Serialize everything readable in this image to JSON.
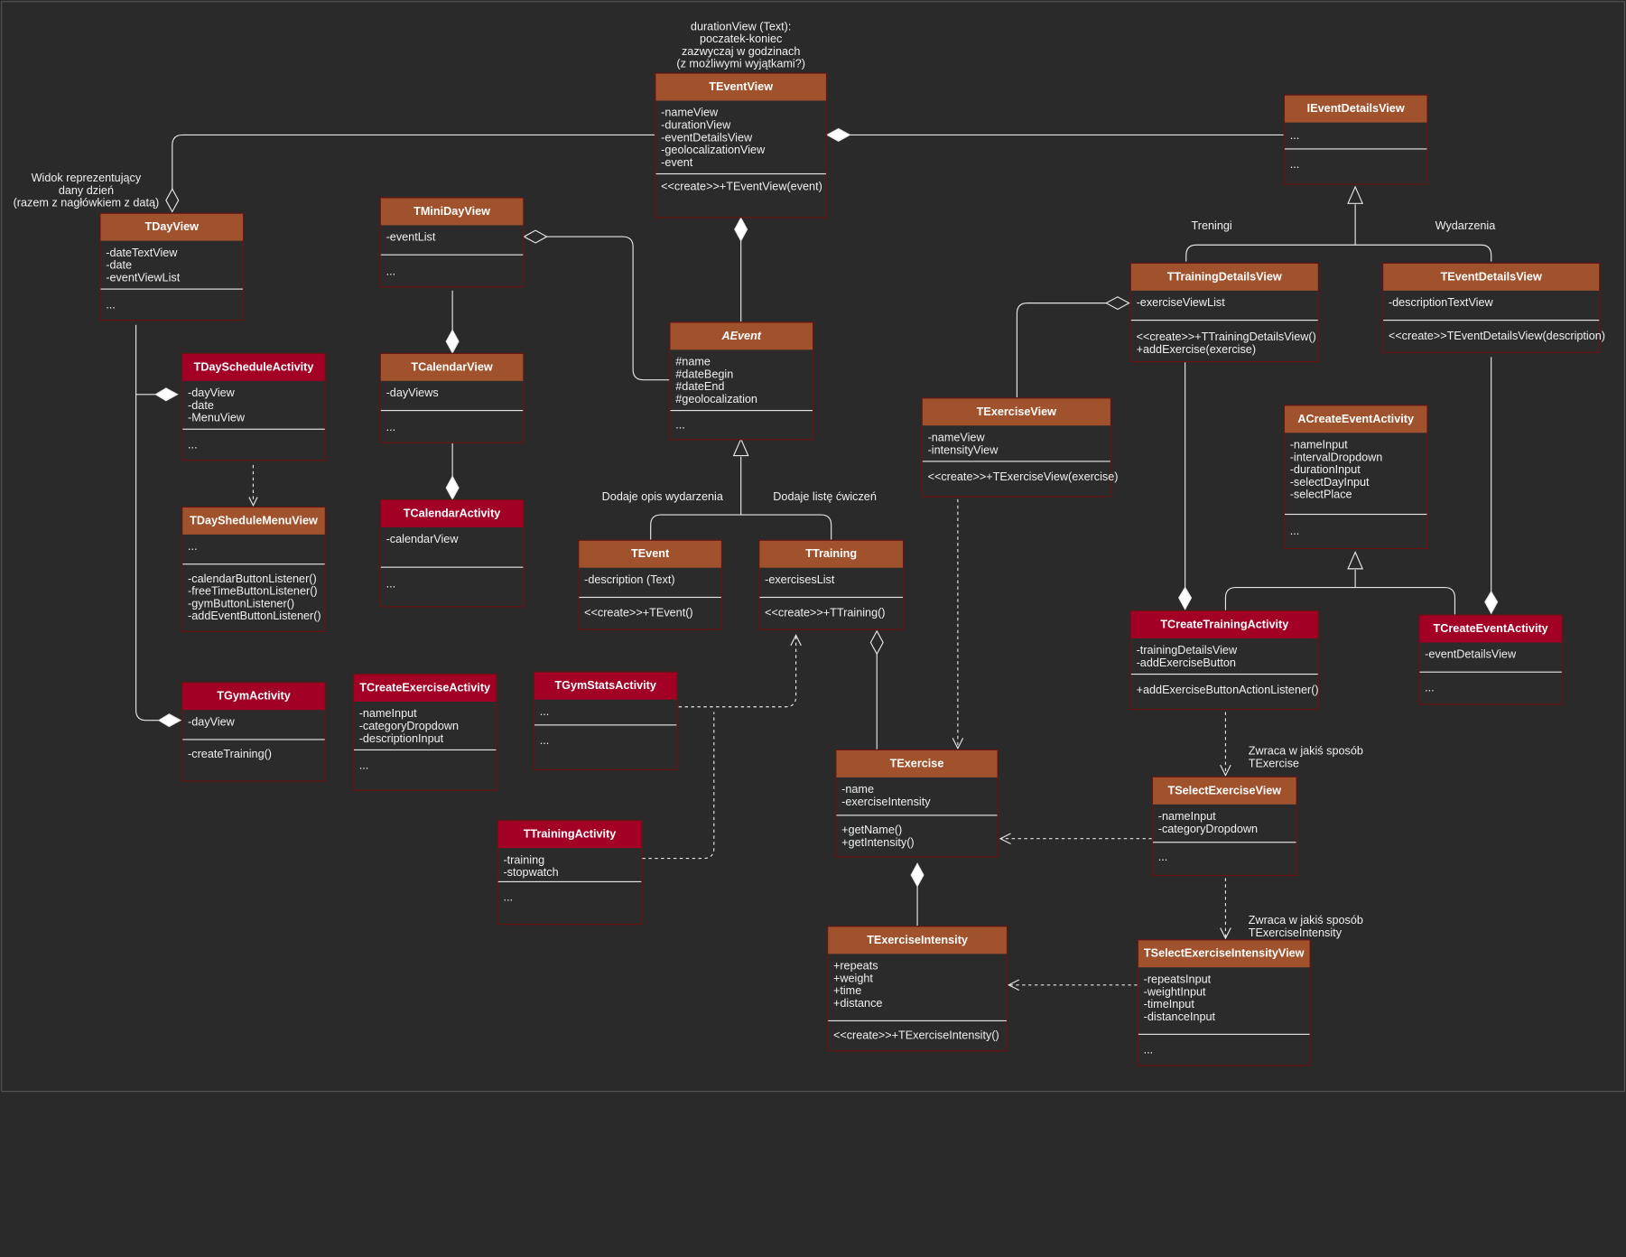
{
  "notes": {
    "duration_view": [
      "durationView (Text):",
      "poczatek-koniec",
      "zazwyczaj w godzinach",
      "(z możliwymi wyjątkami?)"
    ],
    "day_view": [
      "Widok reprezentujący",
      "dany dzień",
      "(razem z nagłówkiem z datą)"
    ],
    "trainings": "Treningi",
    "events": "Wydarzenia",
    "adds_description": "Dodaje opis wydarzenia",
    "adds_exercises": "Dodaje listę ćwiczeń",
    "returns_exercise": [
      "Zwraca w jakiś sposób",
      "TExercise"
    ],
    "returns_intensity": [
      "Zwraca w jakiś sposób",
      "TExerciseIntensity"
    ]
  },
  "classes": {
    "TEventView": {
      "name": "TEventView",
      "attributes": [
        "-nameView",
        "-durationView",
        "-eventDetailsView",
        "-geolocalizationView",
        "-event"
      ],
      "methods": [
        "<<create>>+TEventView(event)"
      ]
    },
    "IEventDetailsView": {
      "name": "IEventDetailsView",
      "attributes": [
        "..."
      ],
      "methods": [
        "..."
      ]
    },
    "TDayView": {
      "name": "TDayView",
      "attributes": [
        "-dateTextView",
        "-date",
        "-eventViewList"
      ],
      "methods": [
        "..."
      ]
    },
    "TMiniDayView": {
      "name": "TMiniDayView",
      "attributes": [
        "-eventList"
      ],
      "methods": [
        "..."
      ]
    },
    "AEvent": {
      "name": "AEvent",
      "attributes": [
        "#name",
        "#dateBegin",
        "#dateEnd",
        "#geolocalization"
      ],
      "methods": [
        "..."
      ]
    },
    "TTrainingDetailsView": {
      "name": "TTrainingDetailsView",
      "attributes": [
        "-exerciseViewList"
      ],
      "methods": [
        "<<create>>+TTrainingDetailsView()",
        "+addExercise(exercise)"
      ]
    },
    "TEventDetailsView": {
      "name": "TEventDetailsView",
      "attributes": [
        "-descriptionTextView"
      ],
      "methods": [
        "<<create>>TEventDetailsView(description)"
      ]
    },
    "TDayScheduleActivity": {
      "name": "TDayScheduleActivity",
      "attributes": [
        "-dayView",
        "-date",
        "-MenuView"
      ],
      "methods": [
        "..."
      ]
    },
    "TCalendarView": {
      "name": "TCalendarView",
      "attributes": [
        "-dayViews"
      ],
      "methods": [
        "..."
      ]
    },
    "TExerciseView": {
      "name": "TExerciseView",
      "attributes": [
        "-nameView",
        "-intensityView"
      ],
      "methods": [
        "<<create>>+TExerciseView(exercise)"
      ]
    },
    "ACreateEventActivity": {
      "name": "ACreateEventActivity",
      "attributes": [
        "-nameInput",
        "-intervalDropdown",
        "-durationInput",
        "-selectDayInput",
        "-selectPlace"
      ],
      "methods": [
        "..."
      ]
    },
    "TDaySheduleMenuView": {
      "name": "TDaySheduleMenuView",
      "attributes": [
        "..."
      ],
      "methods": [
        "-calendarButtonListener()",
        "-freeTimeButtonListener()",
        "-gymButtonListener()",
        "-addEventButtonListener()"
      ]
    },
    "TCalendarActivity": {
      "name": "TCalendarActivity",
      "attributes": [
        "-calendarView"
      ],
      "methods": [
        "..."
      ]
    },
    "TEvent": {
      "name": "TEvent",
      "attributes": [
        "-description (Text)"
      ],
      "methods": [
        "<<create>>+TEvent()"
      ]
    },
    "TTraining": {
      "name": "TTraining",
      "attributes": [
        "-exercisesList"
      ],
      "methods": [
        "<<create>>+TTraining()"
      ]
    },
    "TCreateTrainingActivity": {
      "name": "TCreateTrainingActivity",
      "attributes": [
        "-trainingDetailsView",
        "-addExerciseButton"
      ],
      "methods": [
        "+addExerciseButtonActionListener()"
      ]
    },
    "TCreateEventActivity": {
      "name": "TCreateEventActivity",
      "attributes": [
        "-eventDetailsView"
      ],
      "methods": [
        "..."
      ]
    },
    "TGymStatsActivity": {
      "name": "TGymStatsActivity",
      "attributes": [
        "..."
      ],
      "methods": [
        "..."
      ]
    },
    "TCreateExerciseActivity": {
      "name": "TCreateExerciseActivity",
      "attributes": [
        "-nameInput",
        "-categoryDropdown",
        "-descriptionInput"
      ],
      "methods": [
        "..."
      ]
    },
    "TGymActivity": {
      "name": "TGymActivity",
      "attributes": [
        "-dayView"
      ],
      "methods": [
        "-createTraining()"
      ]
    },
    "TExercise": {
      "name": "TExercise",
      "attributes": [
        "-name",
        "-exerciseIntensity"
      ],
      "methods": [
        "+getName()",
        "+getIntensity()"
      ]
    },
    "TSelectExerciseView": {
      "name": "TSelectExerciseView",
      "attributes": [
        "-nameInput",
        "-categoryDropdown"
      ],
      "methods": [
        "..."
      ]
    },
    "TTrainingActivity": {
      "name": "TTrainingActivity",
      "attributes": [
        "-training",
        "-stopwatch"
      ],
      "methods": [
        "..."
      ]
    },
    "TExerciseIntensity": {
      "name": "TExerciseIntensity",
      "attributes": [
        "+repeats",
        "+weight",
        "+time",
        "+distance"
      ],
      "methods": [
        "<<create>>+TExerciseIntensity()"
      ]
    },
    "TSelectExerciseIntensityView": {
      "name": "TSelectExerciseIntensityView",
      "attributes": [
        "-repeatsInput",
        "-weightInput",
        "-timeInput",
        "-distanceInput"
      ],
      "methods": [
        "..."
      ]
    }
  }
}
